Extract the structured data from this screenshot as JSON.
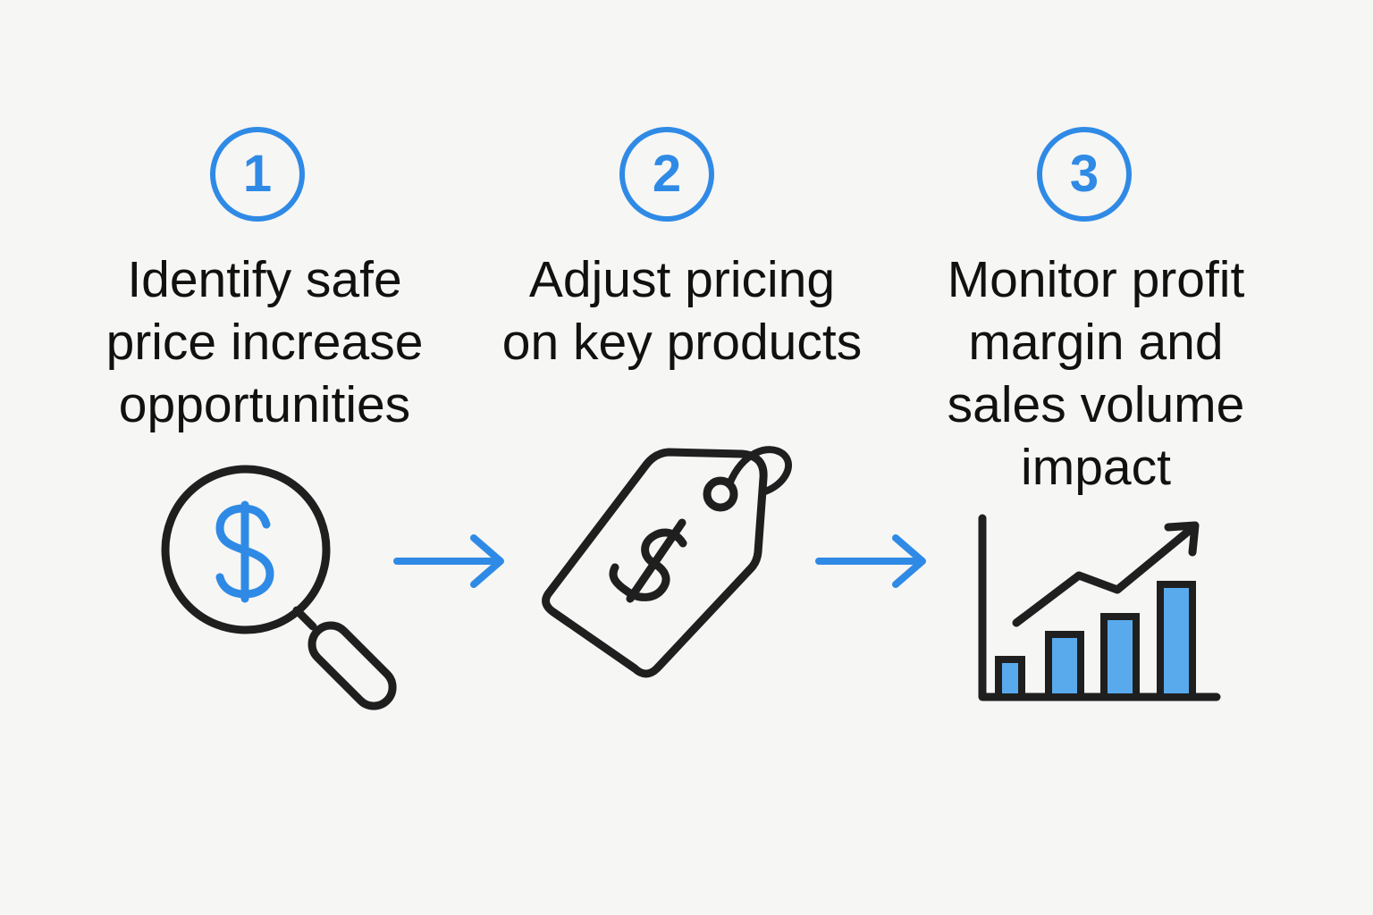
{
  "steps": [
    {
      "number": "1",
      "label_lines": [
        "Identify safe",
        "price increase",
        "opportunities"
      ],
      "icon": "magnifying-glass-dollar-icon"
    },
    {
      "number": "2",
      "label_lines": [
        "Adjust pricing",
        "on key products"
      ],
      "icon": "price-tag-dollar-icon"
    },
    {
      "number": "3",
      "label_lines": [
        "Monitor profit",
        "margin and",
        "sales volume",
        "impact"
      ],
      "icon": "bar-chart-trend-up-icon"
    }
  ],
  "connectors": [
    "arrow-right-icon",
    "arrow-right-icon"
  ],
  "colors": {
    "accent": "#2f8ae6",
    "bar_fill": "#59a9ed",
    "ink": "#1f1f1f",
    "background": "#f6f6f4"
  }
}
